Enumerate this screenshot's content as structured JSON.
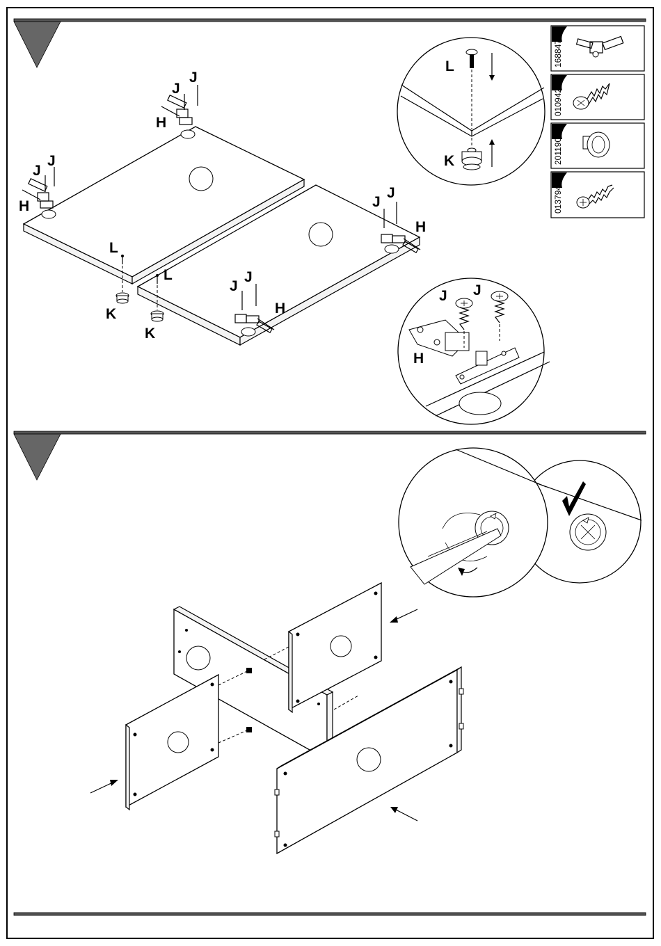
{
  "steps": [
    {
      "labels": {
        "L": "L",
        "K": "K",
        "J": "J",
        "H": "H"
      }
    },
    {}
  ],
  "parts": [
    {
      "code": "168847",
      "icon": "hinge-icon"
    },
    {
      "code": "010942",
      "icon": "wood-screw-icon"
    },
    {
      "code": "201190",
      "icon": "furniture-foot-icon"
    },
    {
      "code": "013794",
      "icon": "machine-screw-icon"
    }
  ]
}
